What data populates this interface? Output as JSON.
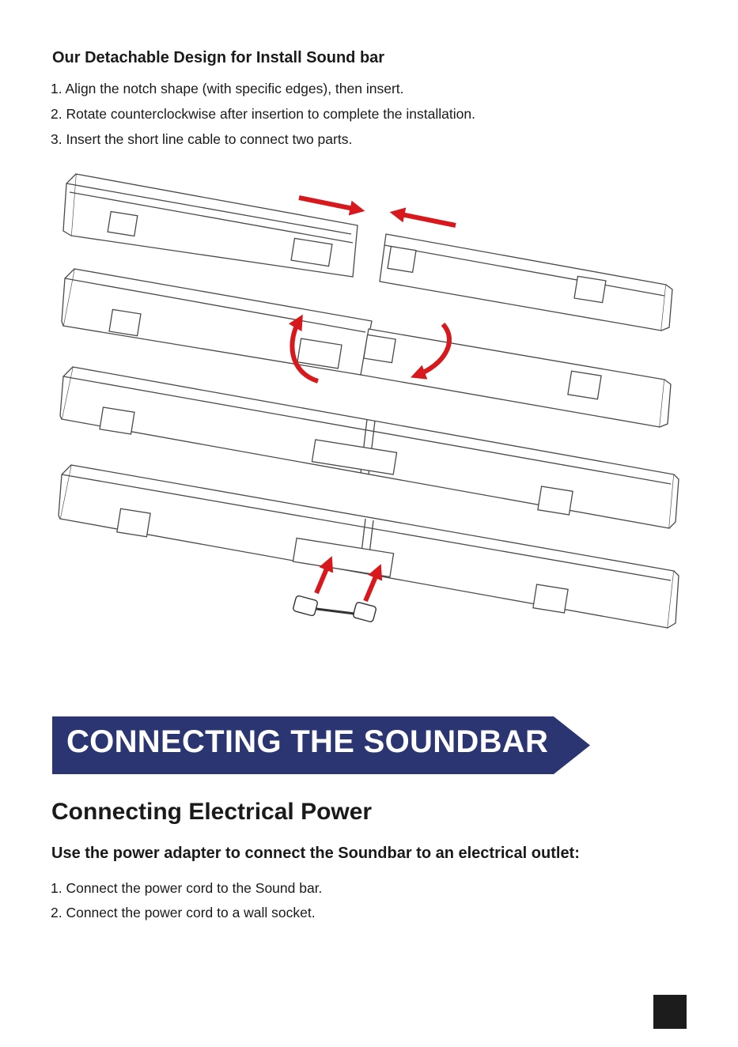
{
  "assembly": {
    "title": "Our Detachable Design for Install Sound bar",
    "steps": [
      "1. Align the notch shape (with specific edges), then insert.",
      "2. Rotate counterclockwise after insertion to complete the installation.",
      "3. Insert the short line cable to connect two parts."
    ],
    "illustration_icons": [
      "soundbar-halves-icon",
      "push-arrow-icon",
      "rotate-arrow-icon",
      "short-cable-icon"
    ]
  },
  "section": {
    "banner_title": "CONNECTING THE SOUNDBAR",
    "banner_color": "#2a3572"
  },
  "power": {
    "heading": "Connecting Electrical Power",
    "subheading": "Use the power adapter to connect the Soundbar to an electrical outlet:",
    "steps": [
      "1. Connect the power cord to the Sound bar.",
      "2. Connect the power cord to a wall socket."
    ]
  },
  "colors": {
    "arrow_red": "#d7191e",
    "line_art": "#4a4a4a",
    "text": "#1a1a1a"
  }
}
